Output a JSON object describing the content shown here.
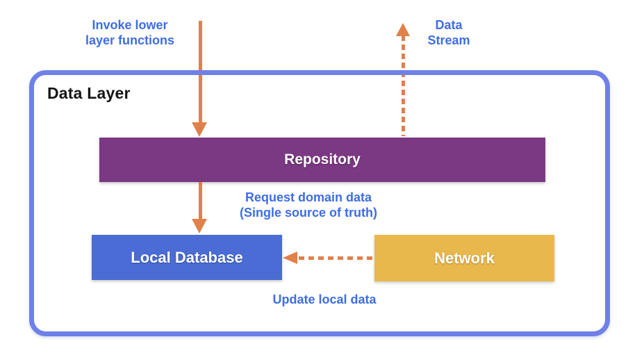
{
  "diagram": {
    "title": "Data Layer",
    "colors": {
      "border": "#6F80E8",
      "arrow": "#E0804A",
      "label_text": "#3E6DE3",
      "repository": "#7B3883",
      "local_database": "#4A6CD4",
      "network": "#E9B84D",
      "box_text": "#FFFFFF",
      "title_text": "#151515"
    },
    "nodes": {
      "repository": {
        "label": "Repository"
      },
      "local_database": {
        "label": "Local Database"
      },
      "network": {
        "label": "Network"
      }
    },
    "annotations": {
      "invoke": "Invoke lower\nlayer functions",
      "data_stream": "Data\nStream",
      "request": "Request domain data\n(Single source of truth)",
      "update": "Update local data"
    },
    "arrows": [
      {
        "name": "invoke-arrow",
        "style": "solid",
        "direction": "down",
        "from": "outside",
        "to": "repository"
      },
      {
        "name": "data-stream-arrow",
        "style": "dashed",
        "direction": "up",
        "from": "repository",
        "to": "outside"
      },
      {
        "name": "request-arrow",
        "style": "solid",
        "direction": "down",
        "from": "repository",
        "to": "local_database"
      },
      {
        "name": "update-arrow",
        "style": "dashed",
        "direction": "left",
        "from": "network",
        "to": "local_database"
      }
    ]
  }
}
